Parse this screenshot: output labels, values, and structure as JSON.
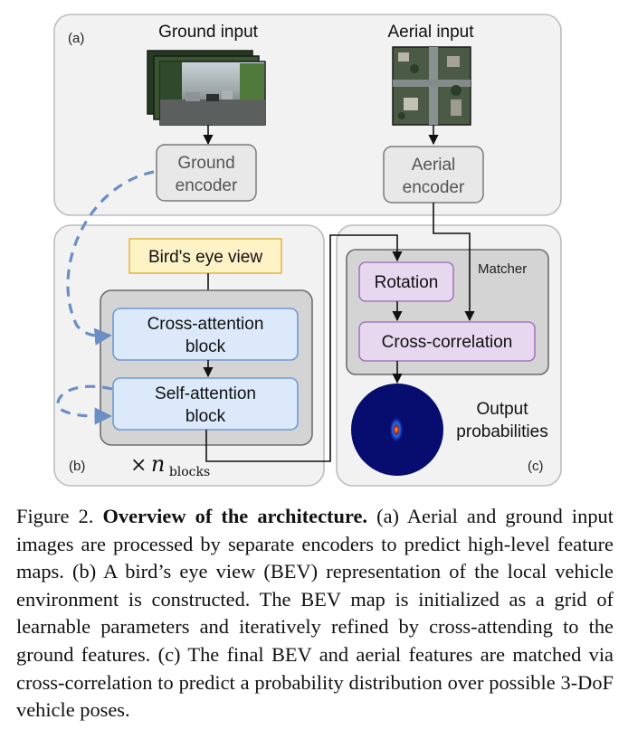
{
  "panels": {
    "a": {
      "tag": "(a)"
    },
    "b": {
      "tag": "(b)"
    },
    "c": {
      "tag": "(c)"
    }
  },
  "inputs": {
    "ground": "Ground input",
    "aerial": "Aerial input"
  },
  "encoders": {
    "ground": [
      "Ground",
      "encoder"
    ],
    "aerial": [
      "Aerial",
      "encoder"
    ]
  },
  "bev": {
    "label": "Bird's eye view",
    "cross_attention": [
      "Cross-attention",
      "block"
    ],
    "self_attention": [
      "Self-attention",
      "block"
    ],
    "repeat_symbol": "×",
    "repeat_var": "n",
    "repeat_sub": "blocks"
  },
  "matcher": {
    "title": "Matcher",
    "rotation": "Rotation",
    "cross_correlation": "Cross-correlation",
    "output": [
      "Output",
      "probabilities"
    ]
  },
  "colors": {
    "panel_fill": "#f2f2f2",
    "panel_stroke": "#bdbdbd",
    "inner_fill": "#d4d4d4",
    "inner_stroke": "#6d6d6d",
    "encoder_fill": "#e8e8e8",
    "bev_fill": "#fdf1c6",
    "bev_stroke": "#e2b94f",
    "attn_fill": "#dbe9fb",
    "attn_stroke": "#6f9ad4",
    "matcher_fill": "#e7d7ef",
    "matcher_stroke": "#a678bf",
    "dashed_arrow": "#6a8fc4",
    "heatmap_bg": "#070d6e"
  },
  "caption": {
    "label": "Figure 2.",
    "title": "Overview of the architecture.",
    "text": "(a) Aerial and ground input images are processed by separate encoders to predict high-level feature maps. (b) A bird’s eye view (BEV) representation of the local vehicle environment is constructed. The BEV map is initialized as a grid of learnable parameters and iteratively refined by cross-attending to the ground features. (c) The final BEV and aerial features are matched via cross-correlation to predict a probability distribution over possible 3-DoF vehicle poses."
  }
}
